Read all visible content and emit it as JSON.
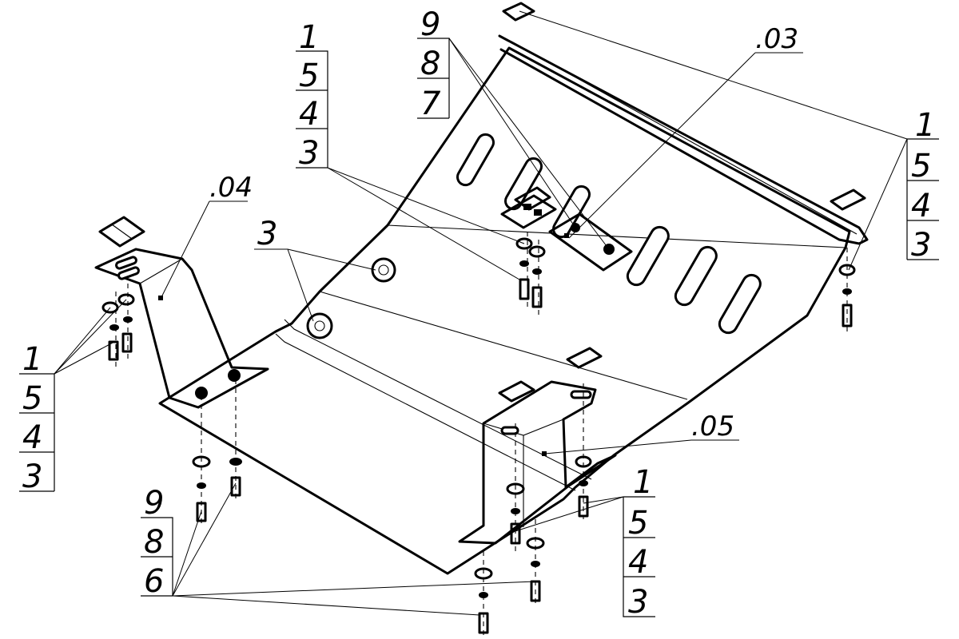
{
  "part_refs": {
    "r03": ".03",
    "r04": ".04",
    "r05": ".05"
  },
  "stacks": {
    "left": [
      "1",
      "5",
      "4",
      "3"
    ],
    "top_center": [
      "1",
      "5",
      "4",
      "3"
    ],
    "top_mid": [
      "9",
      "8",
      "7"
    ],
    "right": [
      "1",
      "5",
      "4",
      "3"
    ],
    "bottom_left": [
      "9",
      "8",
      "6"
    ],
    "bottom_right": [
      "1",
      "5",
      "4",
      "3"
    ]
  },
  "single": {
    "center": "3"
  },
  "icons": [
    "washer-icon",
    "bolt-icon",
    "nut-icon",
    "plate-nut-icon"
  ]
}
